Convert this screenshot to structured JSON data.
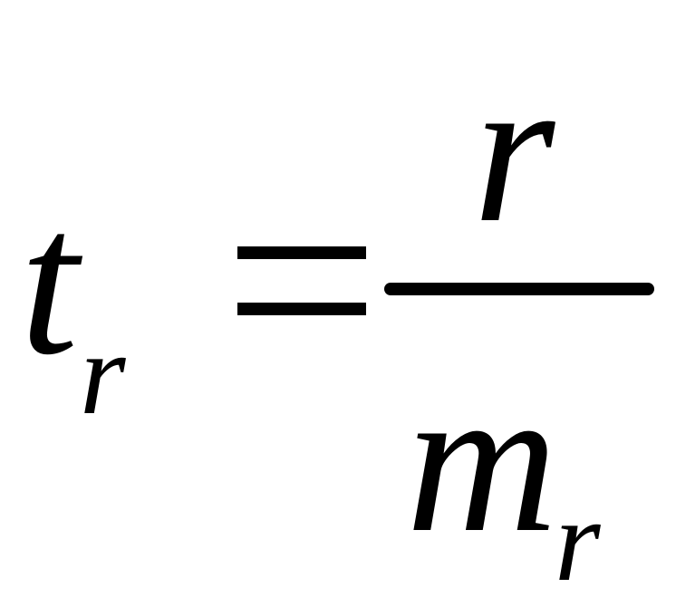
{
  "formula": {
    "lhs": {
      "symbol": "t",
      "subscript": "r"
    },
    "equals": "=",
    "numerator": {
      "symbol": "r"
    },
    "denominator": {
      "symbol": "m",
      "subscript": "r"
    },
    "color": "#000000"
  }
}
